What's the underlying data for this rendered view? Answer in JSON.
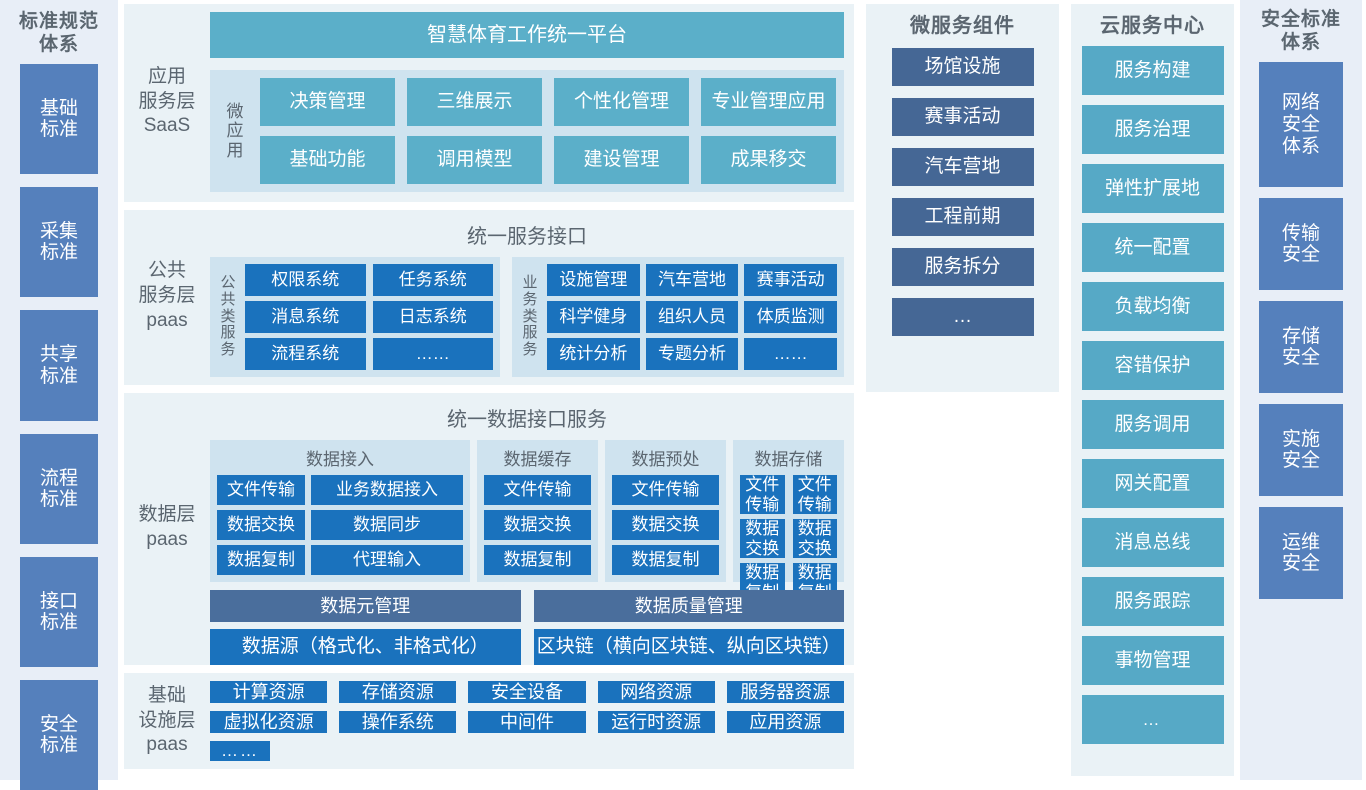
{
  "standards_sidebar": {
    "title": "标准规范\n体系",
    "title_line1": "标准规范",
    "title_line2": "体系",
    "items": [
      {
        "label": "基础\n标准",
        "l1": "基础",
        "l2": "标准",
        "height": 110
      },
      {
        "label": "采集\n标准",
        "l1": "采集",
        "l2": "标准",
        "height": 110
      },
      {
        "label": "共享\n标准",
        "l1": "共享",
        "l2": "标准",
        "height": 111
      },
      {
        "label": "流程\n标准",
        "l1": "流程",
        "l2": "标准",
        "height": 110
      },
      {
        "label": "接口\n标准",
        "l1": "接口",
        "l2": "标准",
        "height": 110
      },
      {
        "label": "安全\n标准",
        "l1": "安全",
        "l2": "标准",
        "height": 110
      }
    ]
  },
  "security_sidebar": {
    "title_line1": "安全标准",
    "title_line2": "体系",
    "items": [
      {
        "l1": "网络",
        "l2": "安全",
        "l3": "体系",
        "height": 125
      },
      {
        "l1": "传输",
        "l2": "安全",
        "l3": "",
        "height": 92
      },
      {
        "l1": "存储",
        "l2": "安全",
        "l3": "",
        "height": 92
      },
      {
        "l1": "实施",
        "l2": "安全",
        "l3": "",
        "height": 92
      },
      {
        "l1": "运维",
        "l2": "安全",
        "l3": "",
        "height": 92
      }
    ]
  },
  "application_layer": {
    "label_lines": [
      "应用",
      "服务层",
      "SaaS"
    ],
    "banner": "智慧体育工作统一平台",
    "group_label_chars": [
      "微",
      "应",
      "用"
    ],
    "apps": [
      "决策管理",
      "三维展示",
      "个性化管理",
      "专业管理应用",
      "基础功能",
      "调用模型",
      "建设管理",
      "成果移交"
    ]
  },
  "public_service_layer": {
    "label_lines": [
      "公共",
      "服务层",
      "paas"
    ],
    "banner": "统一服务接口",
    "groups": [
      {
        "vlabel_chars": [
          "公",
          "共",
          "类",
          "服",
          "务"
        ],
        "items": [
          "权限系统",
          "任务系统",
          "消息系统",
          "日志系统",
          "流程系统",
          "……"
        ]
      },
      {
        "vlabel_chars": [
          "业",
          "务",
          "类",
          "服",
          "务"
        ],
        "items": [
          "设施管理",
          "汽车营地",
          "赛事活动",
          "科学健身",
          "组织人员",
          "体质监测",
          "统计分析",
          "专题分析",
          "……"
        ]
      }
    ]
  },
  "data_layer": {
    "label_lines": [
      "数据层",
      "paas"
    ],
    "banner": "统一数据接口服务",
    "groups": [
      {
        "title": "数据接入",
        "items": [
          "文件传输",
          "业务数据接入",
          "数据交换",
          "数据同步",
          "数据复制",
          "代理输入"
        ]
      },
      {
        "title": "数据缓存",
        "items": [
          "文件传输",
          "数据交换",
          "数据复制"
        ]
      },
      {
        "title": "数据预处",
        "items": [
          "文件传输",
          "数据交换",
          "数据复制"
        ]
      },
      {
        "title": "数据存储",
        "items": [
          "文件传输",
          "文件传输",
          "数据交换",
          "数据交换",
          "数据复制",
          "数据复制"
        ]
      }
    ],
    "management_row": [
      "数据元管理",
      "数据质量管理"
    ],
    "source_row": [
      "数据源（格式化、非格式化）",
      "区块链（横向区块链、纵向区块链）"
    ]
  },
  "infrastructure_layer": {
    "label_lines": [
      "基础",
      "设施层",
      "paas"
    ],
    "items": [
      "计算资源",
      "存储资源",
      "安全设备",
      "网络资源",
      "服务器资源",
      "虚拟化资源",
      "操作系统",
      "中间件",
      "运行时资源",
      "应用资源"
    ],
    "more": "……"
  },
  "microservice_column": {
    "title": "微服务组件",
    "items": [
      "场馆设施",
      "赛事活动",
      "汽车营地",
      "工程前期",
      "服务拆分",
      "…"
    ]
  },
  "cloud_column": {
    "title": "云服务中心",
    "items": [
      "服务构建",
      "服务治理",
      "弹性扩展地",
      "统一配置",
      "负载均衡",
      "容错保护",
      "服务调用",
      "网关配置",
      "消息总线",
      "服务跟踪",
      "事物管理",
      "…"
    ]
  },
  "colors": {
    "panel_bg": "#eaf2f6",
    "panel_inner_bg": "#cfe3ef",
    "sidebar_bg": "#e8eef7",
    "blue_dark": "#1a72bd",
    "blue_steel": "#5580bc",
    "slate": "#456795",
    "slate_mid": "#4a6e9c",
    "teal": "#5bafc9",
    "teal_deep": "#56a9c6",
    "title_text": "#5b6670"
  }
}
